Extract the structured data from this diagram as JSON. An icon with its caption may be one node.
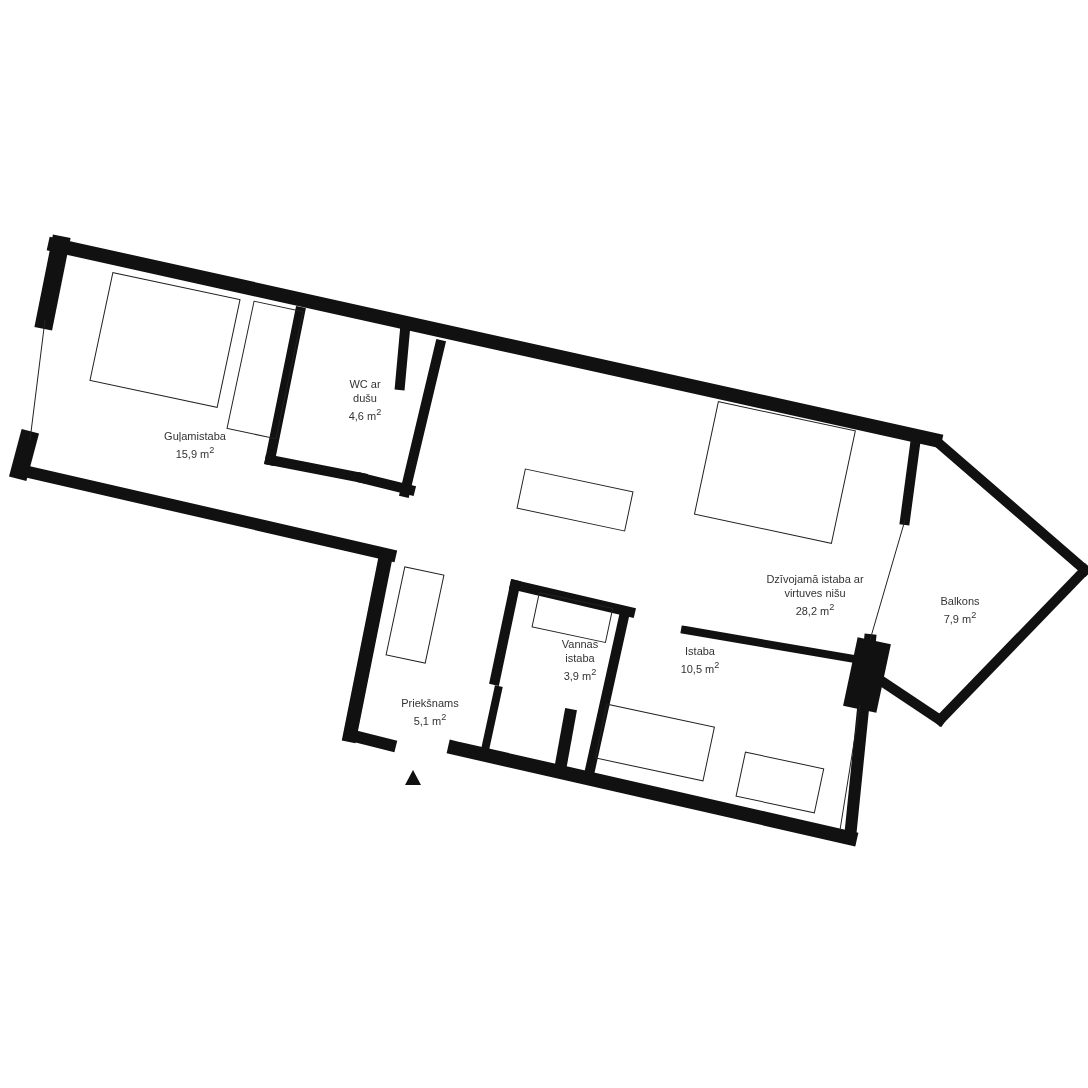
{
  "diagram": {
    "nodes": [
      {
        "text": [
          "Guļamistaba",
          "15,9 m$^{2}$"
        ]
      },
      {
        "text": [
          "WC ar dušu",
          "4,6 m$^{2}$"
        ]
      },
      {
        "text": [
          "Dzīvojamā istaba ar virtuves nišu",
          "28,2 m$^{2}$"
        ]
      },
      {
        "text": [
          "Balkons",
          "7,9 m$^{2}$"
        ]
      },
      {
        "text": [
          "Vannas istaba",
          "3,9 m$^{2}$"
        ]
      },
      {
        "text": [
          "Istaba",
          "10,5 m$^{2}$"
        ]
      },
      {
        "text": [
          "Priekšnams",
          "5,1 m$^{2}$"
        ]
      }
    ]
  }
}
